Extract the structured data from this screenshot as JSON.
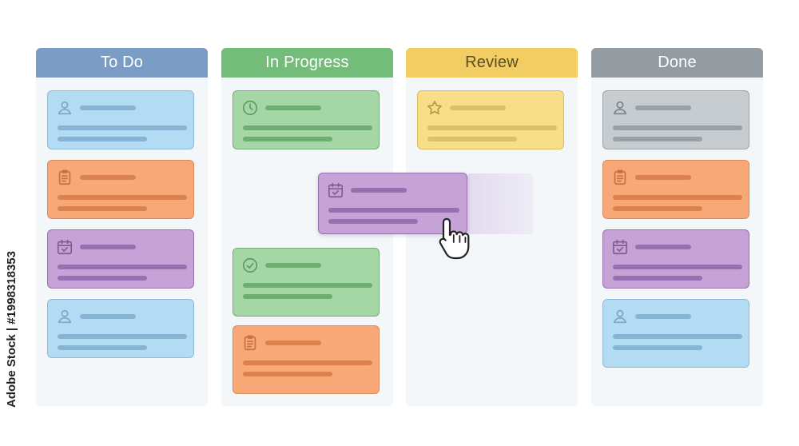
{
  "columns": [
    {
      "id": "todo",
      "title": "To Do",
      "color": "#7b9cc4"
    },
    {
      "id": "progress",
      "title": "In Progress",
      "color": "#73bc7a"
    },
    {
      "id": "review",
      "title": "Review",
      "color": "#f1cd63"
    },
    {
      "id": "done",
      "title": "Done",
      "color": "#949ca2"
    }
  ],
  "cards": {
    "todo": [
      {
        "color": "blue",
        "icon": "user-icon"
      },
      {
        "color": "orange",
        "icon": "clipboard-icon"
      },
      {
        "color": "purple",
        "icon": "calendar-check-icon"
      },
      {
        "color": "blue",
        "icon": "user-icon"
      }
    ],
    "progress": [
      {
        "color": "green",
        "icon": "clock-icon"
      },
      {
        "color": "green",
        "icon": "check-circle-icon"
      },
      {
        "color": "orange",
        "icon": "clipboard-icon"
      }
    ],
    "review": [
      {
        "color": "yellow",
        "icon": "star-icon"
      }
    ],
    "done": [
      {
        "color": "gray",
        "icon": "user-icon"
      },
      {
        "color": "orange",
        "icon": "clipboard-icon"
      },
      {
        "color": "purple",
        "icon": "calendar-check-icon"
      },
      {
        "color": "blue",
        "icon": "user-icon"
      }
    ]
  },
  "dragging_card": {
    "color": "purple",
    "icon": "calendar-check-icon"
  },
  "cursor_icon": "hand-pointer-icon",
  "watermark": "Adobe Stock | #1998318353"
}
